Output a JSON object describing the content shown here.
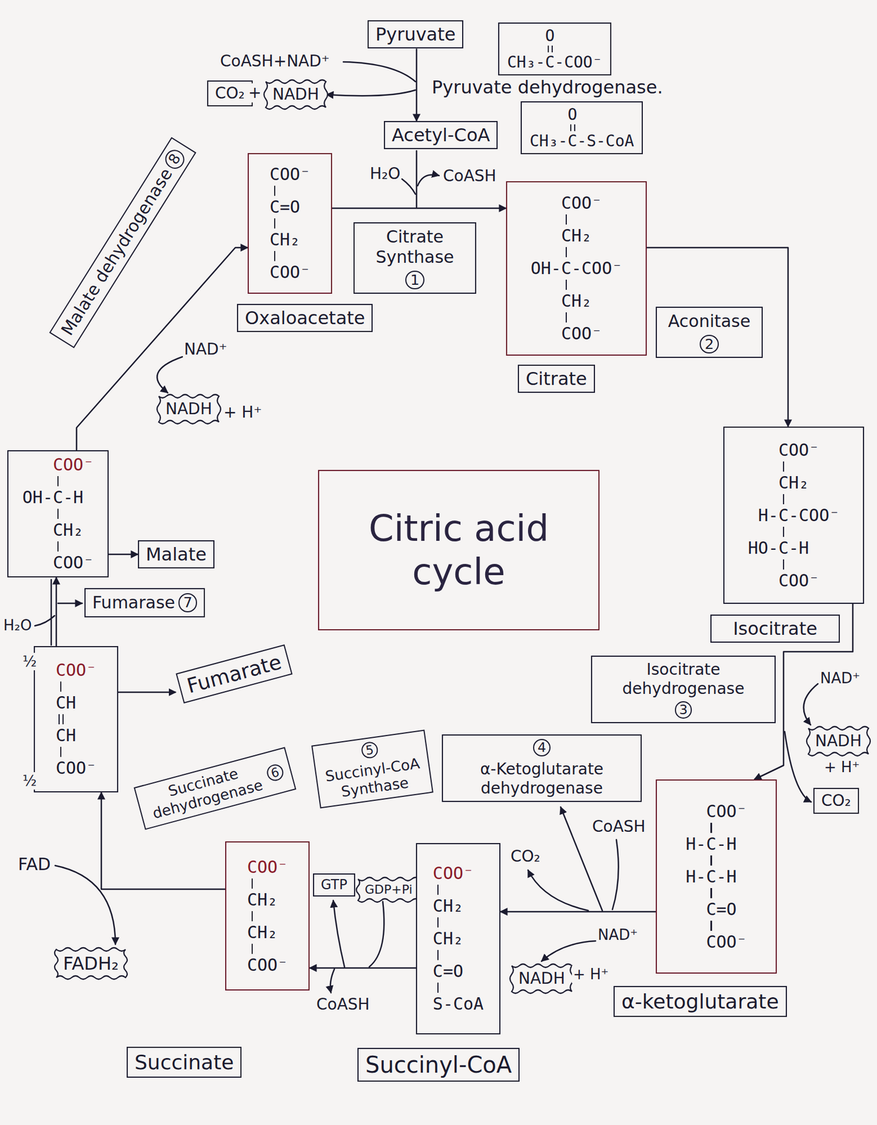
{
  "diagram": {
    "nodes": [
      {
        "text": [
          "Pyruvate"
        ]
      },
      {
        "text": [
          "O",
          "CH₃-C-COO⁻"
        ]
      },
      {
        "text": [
          "CO₂"
        ]
      },
      {
        "text": [
          "NADH"
        ]
      },
      {
        "text": [
          "Acetyl-CoA"
        ]
      },
      {
        "text": [
          "O",
          "CH₃-C-S-CoA"
        ]
      },
      {
        "text": [
          "Malate dehydrogenase",
          "8"
        ]
      },
      {
        "text": [
          "COO⁻",
          "C=O",
          "CH₂",
          "COO⁻"
        ]
      },
      {
        "text": [
          "Citrate Synthase",
          "1"
        ]
      },
      {
        "text": [
          "COO⁻",
          "CH₂",
          "OH-C-COO⁻",
          "CH₂",
          "COO⁻"
        ]
      },
      {
        "text": [
          "Oxaloacetate"
        ]
      },
      {
        "text": [
          "Citrate"
        ]
      },
      {
        "text": [
          "Aconitase",
          "2"
        ]
      },
      {
        "text": [
          "NADH"
        ]
      },
      {
        "text": [
          "COO⁻",
          "CH₂",
          "H-C-COO⁻",
          "HO-C-H",
          "COO⁻"
        ]
      },
      {
        "text": [
          "COO⁻",
          "OH-C-H",
          "CH₂",
          "COO⁻"
        ]
      },
      {
        "text": [
          "Citric acid cycle"
        ]
      },
      {
        "text": [
          "Malate"
        ]
      },
      {
        "text": [
          "Fumarase",
          "7"
        ]
      },
      {
        "text": [
          "Isocitrate"
        ]
      },
      {
        "text": [
          "COO⁻",
          "CH",
          "CH",
          "COO⁻"
        ]
      },
      {
        "text": [
          "Fumarate"
        ]
      },
      {
        "text": [
          "Isocitrate dehydrogenase",
          "3"
        ]
      },
      {
        "text": [
          "4",
          "α-Ketoglutarate dehydrogenase"
        ]
      },
      {
        "text": [
          "5",
          "Succinyl-CoA Synthase"
        ]
      },
      {
        "text": [
          "Succinate dehydrogenase",
          "6"
        ]
      },
      {
        "text": [
          "NADH"
        ]
      },
      {
        "text": [
          "CO₂"
        ]
      },
      {
        "text": [
          "COO⁻",
          "H-C-H",
          "H-C-H",
          "C=O",
          "COO⁻"
        ]
      },
      {
        "text": [
          "GTP"
        ]
      },
      {
        "text": [
          "GDP+Pi"
        ]
      },
      {
        "text": [
          "COO⁻",
          "CH₂",
          "CH₂",
          "COO⁻"
        ]
      },
      {
        "text": [
          "COO⁻",
          "CH₂",
          "CH₂",
          "C=O",
          "S-CoA"
        ]
      },
      {
        "text": [
          "FADH₂"
        ]
      },
      {
        "text": [
          "NADH"
        ]
      },
      {
        "text": [
          "α-ketoglutarate"
        ]
      },
      {
        "text": [
          "Succinate"
        ]
      },
      {
        "text": [
          "Succinyl-CoA"
        ]
      }
    ],
    "edges": [
      {
        "from": 0,
        "to": 4,
        "arrow": "to"
      },
      {
        "from": 7,
        "to": 9,
        "arrow": "to"
      },
      {
        "from": 9,
        "to": 14,
        "arrow": "to"
      },
      {
        "from": 14,
        "to": 28,
        "arrow": "to"
      },
      {
        "from": 28,
        "to": 32,
        "arrow": "to"
      },
      {
        "from": 32,
        "to": 31,
        "arrow": "to"
      },
      {
        "from": 31,
        "to": 20,
        "arrow": "to"
      },
      {
        "from": 20,
        "to": 15,
        "arrow": "to"
      },
      {
        "from": 15,
        "to": 7,
        "arrow": "to"
      },
      {
        "from": 15,
        "to": 17,
        "arrow": "to"
      },
      {
        "from": 20,
        "to": 21,
        "arrow": "to"
      }
    ],
    "labels": [
      "CoASH+NAD⁺",
      "+",
      "Pyruvate dehydrogenase.",
      "H₂O",
      "CoASH",
      "NAD⁺",
      "+ H⁺",
      "NAD⁺",
      "+ H⁺",
      "CoASH",
      "CO₂",
      "NAD⁺",
      "+ H⁺",
      "CoASH",
      "FAD",
      "H₂O",
      "½",
      "½"
    ]
  }
}
